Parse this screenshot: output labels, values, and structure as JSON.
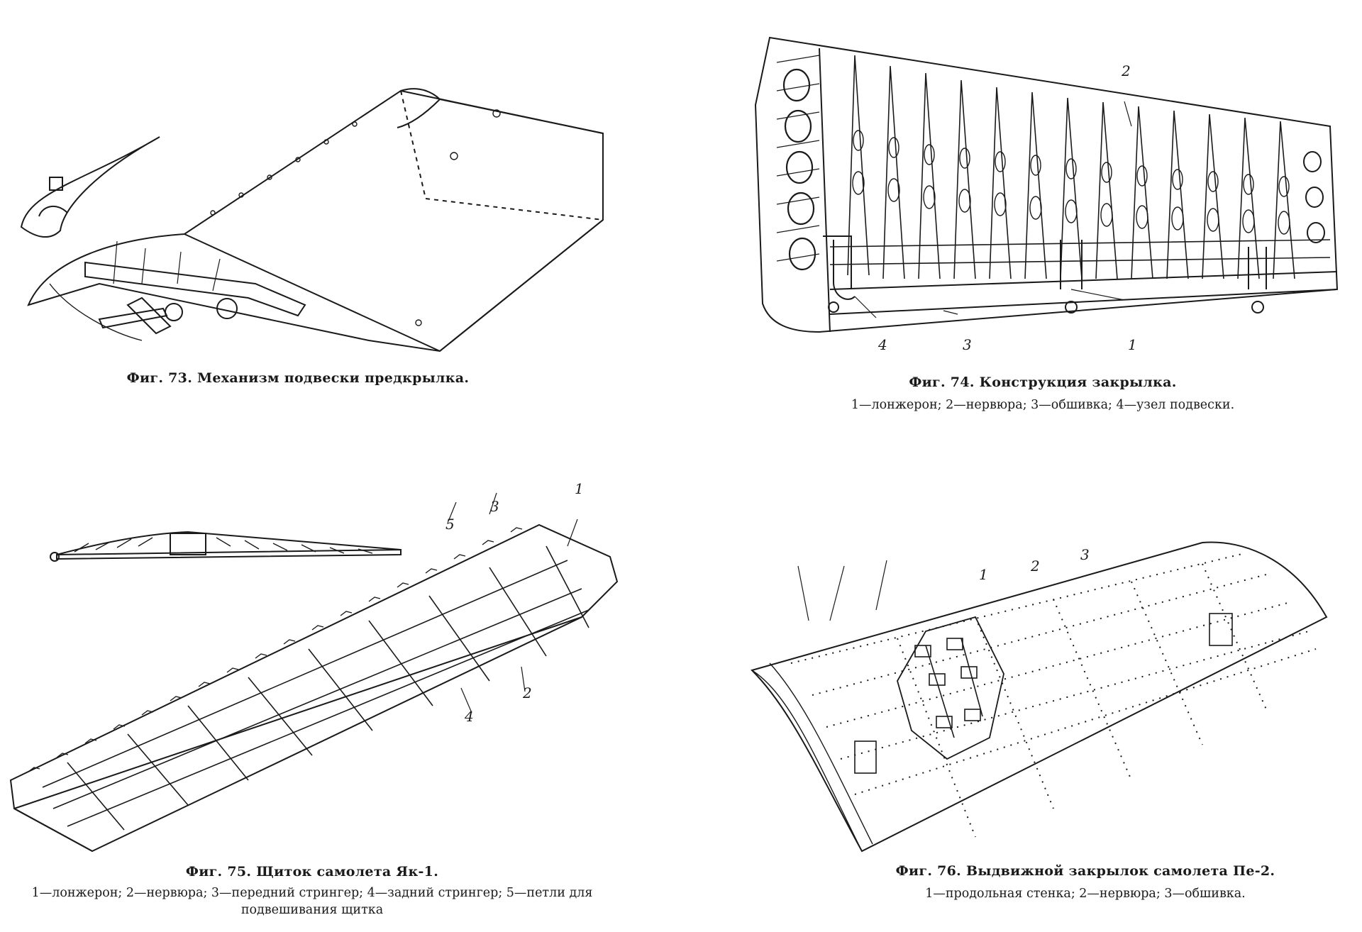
{
  "figures": [
    {
      "id": "fig73",
      "title": "Фиг. 73. Механизм подвески предкрылка.",
      "legend": ""
    },
    {
      "id": "fig74",
      "title": "Фиг. 74. Конструкция закрылка.",
      "legend": "1—лонжерон; 2—нервюра; 3—обшивка; 4—узел подвески.",
      "callouts": [
        "1",
        "2",
        "3",
        "4"
      ]
    },
    {
      "id": "fig75",
      "title": "Фиг. 75. Щиток самолета Як-1.",
      "legend_line1": "1—лонжерон; 2—нервюра; 3—передний стрингер; 4—задний стрингер; 5—петли для",
      "legend_line2": "подвешивания щитка",
      "callouts": [
        "1",
        "2",
        "3",
        "4",
        "5"
      ]
    },
    {
      "id": "fig76",
      "title": "Фиг. 76. Выдвижной закрылок самолета Пе-2.",
      "legend": "1—продольная стенка; 2—нервюра; 3—обшивка.",
      "callouts": [
        "1",
        "2",
        "3"
      ]
    }
  ]
}
